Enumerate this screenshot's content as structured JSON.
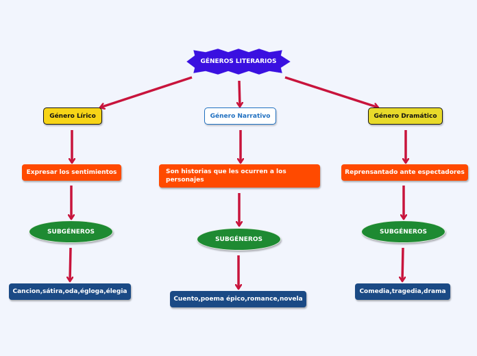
{
  "root": {
    "label": "GÉNEROS LITERARIOS",
    "color": "#3a10e0"
  },
  "branches": [
    {
      "genre": "Género Lírico",
      "description": "Expresar los sentimientos",
      "subgenres_label": "SUBGÉNEROS",
      "subgenres": "Cancion,sátira,oda,égloga,élegia"
    },
    {
      "genre": "Género Narrativo",
      "description": "Son historias que les ocurren a los personajes",
      "subgenres_label": "SUBGÉNEROS",
      "subgenres": "Cuento,poema épico,romance,novela"
    },
    {
      "genre": "Género Dramático",
      "description": "Reprensantado ante espectadores",
      "subgenres_label": "SUBGÉNEROS",
      "subgenres": "Comedia,tragedia,drama"
    }
  ],
  "colors": {
    "arrow": "#c8143c",
    "genre_yellow": "#f7d417",
    "description_orange": "#ff4a00",
    "subgenre_green": "#1e8a32",
    "examples_navy": "#1b4a85"
  }
}
